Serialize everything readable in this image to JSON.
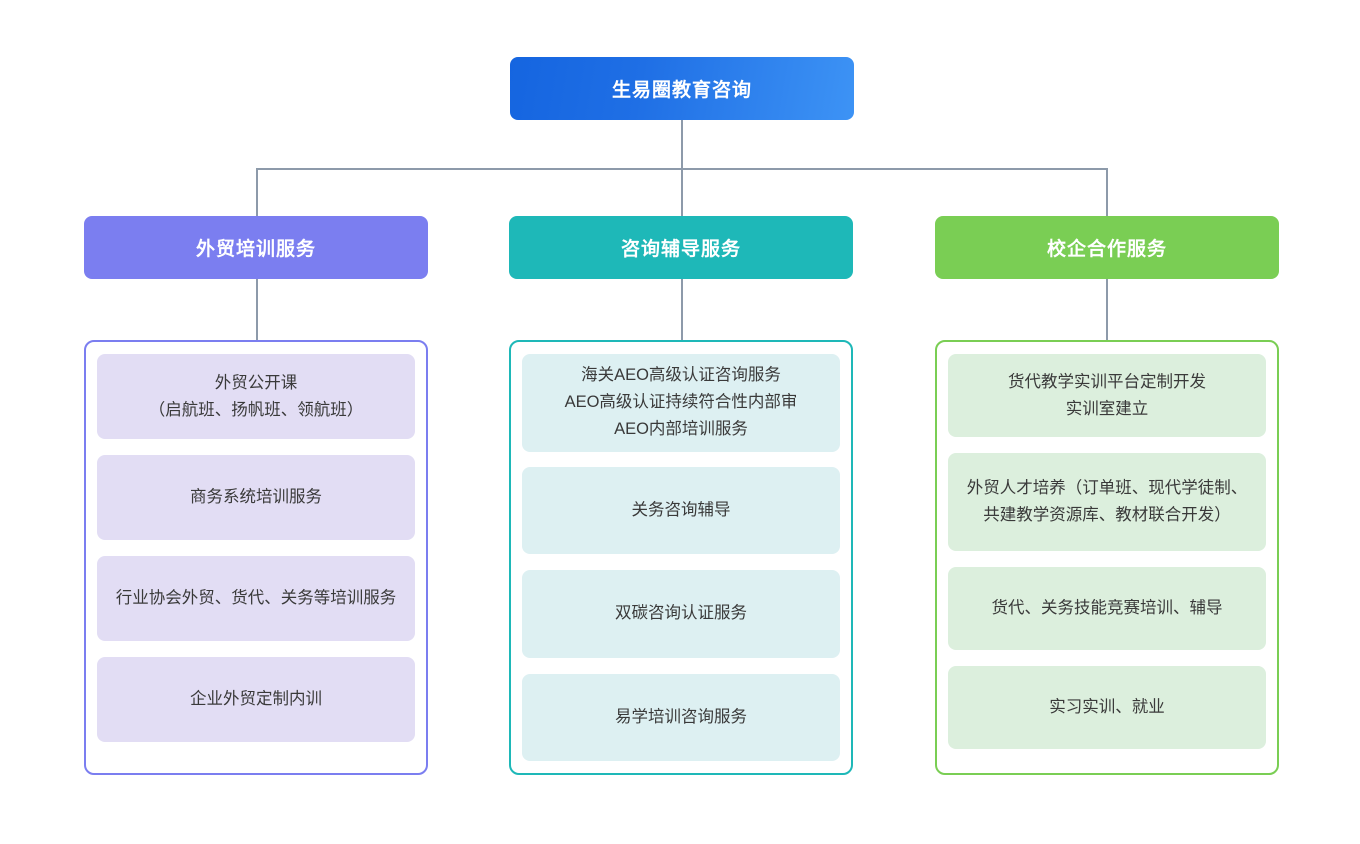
{
  "chart_data": {
    "type": "diagram",
    "title": "生易圈教育咨询",
    "orientation": "top-down-org-chart",
    "levels": 3
  },
  "root": {
    "label": "生易圈教育咨询",
    "color": "#1f6fe5"
  },
  "columns": [
    {
      "header": "外贸培训服务",
      "header_color": "#7b7ef0",
      "border_color": "#7b7ef0",
      "leaf_color": "#e2ddf4",
      "items": [
        "外贸公开课\n（启航班、扬帆班、领航班）",
        "商务系统培训服务",
        "行业协会外贸、货代、关务等培训服务",
        "企业外贸定制内训"
      ]
    },
    {
      "header": "咨询辅导服务",
      "header_color": "#1eb8b8",
      "border_color": "#1eb8b8",
      "leaf_color": "#ddf0f2",
      "items": [
        "海关AEO高级认证咨询服务\nAEO高级认证持续符合性内部审\nAEO内部培训服务",
        "关务咨询辅导",
        "双碳咨询认证服务",
        "易学培训咨询服务"
      ]
    },
    {
      "header": "校企合作服务",
      "header_color": "#7ace54",
      "border_color": "#7ace54",
      "leaf_color": "#dcefdd",
      "items": [
        "货代教学实训平台定制开发\n实训室建立",
        "外贸人才培养（订单班、现代学徒制、共建教学资源库、教材联合开发）",
        "货代、关务技能竞赛培训、辅导",
        "实习实训、就业"
      ]
    }
  ],
  "connector": {
    "color": "#8d9aaa"
  }
}
